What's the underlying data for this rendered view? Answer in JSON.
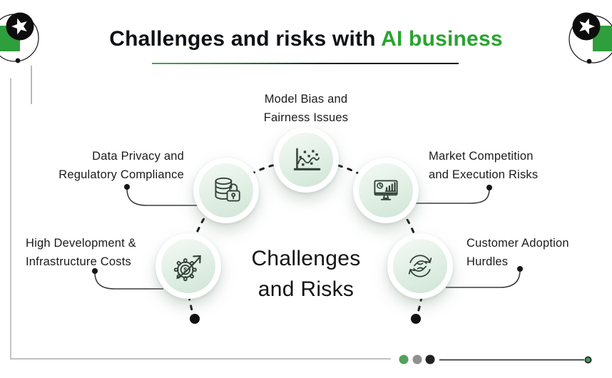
{
  "header": {
    "title_prefix": "Challenges and risks with ",
    "title_highlight": "AI business"
  },
  "center": {
    "line1": "Challenges",
    "line2": "and Risks"
  },
  "items": [
    {
      "id": "model-bias",
      "icon": "scatter-chart-icon",
      "line1": "Model Bias and",
      "line2": "Fairness Issues"
    },
    {
      "id": "data-privacy",
      "icon": "database-lock-icon",
      "line1": "Data Privacy and",
      "line2": "Regulatory Compliance"
    },
    {
      "id": "market-competition",
      "icon": "monitor-analytics-icon",
      "line1": "Market Competition",
      "line2": "and Execution Risks"
    },
    {
      "id": "infrastructure-costs",
      "icon": "gear-dollar-growth-icon",
      "line1": "High Development &",
      "line2": "Infrastructure Costs"
    },
    {
      "id": "customer-adoption",
      "icon": "hands-exchange-icon",
      "line1": "Customer Adoption",
      "line2": "Hurdles"
    }
  ],
  "colors": {
    "accent_green": "#28a42f",
    "logo_green": "#2f9e3c",
    "icon_stroke": "#324237",
    "node_gradient_light": "#f1f8f2",
    "node_gradient_dark": "#d3e7d9",
    "frame_gray": "#b5b5b5"
  },
  "pagination": {
    "dot_colors": [
      "#55a05e",
      "#909090",
      "#222222"
    ]
  }
}
